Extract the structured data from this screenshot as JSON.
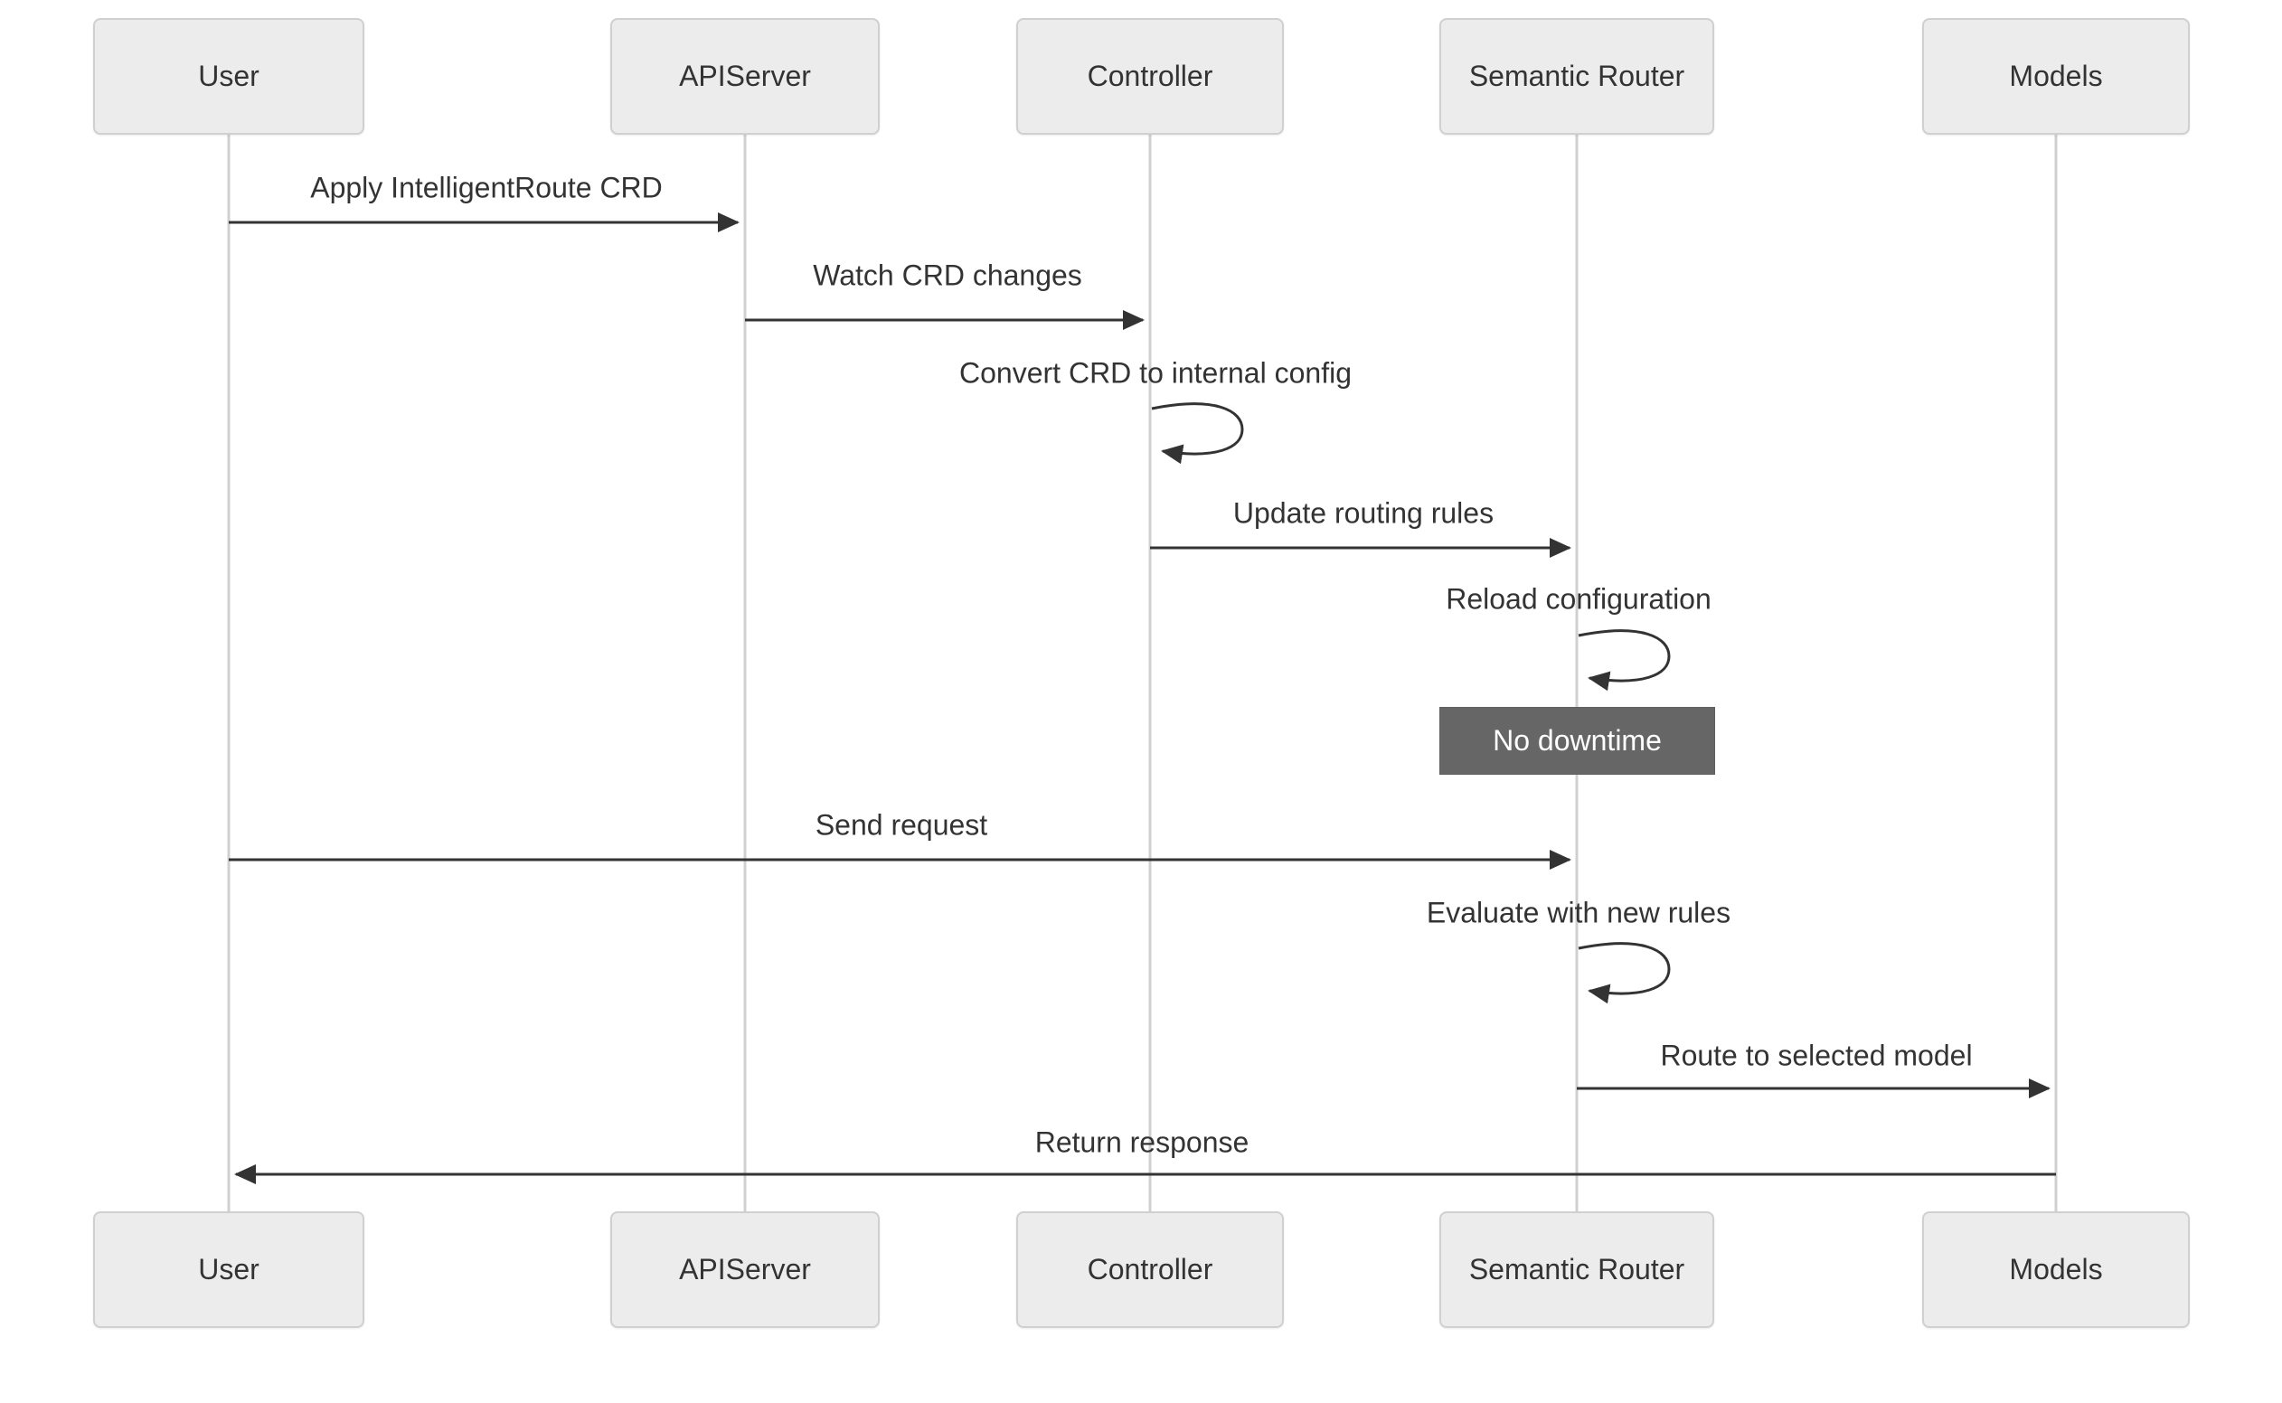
{
  "diagram": {
    "type": "sequence-diagram",
    "background": "#ffffff",
    "participants": [
      {
        "id": "user",
        "label": "User"
      },
      {
        "id": "apiserver",
        "label": "APIServer"
      },
      {
        "id": "controller",
        "label": "Controller"
      },
      {
        "id": "semantic-router",
        "label": "Semantic Router"
      },
      {
        "id": "models",
        "label": "Models"
      }
    ],
    "messages": [
      {
        "from": "User",
        "to": "APIServer",
        "label": "Apply IntelligentRoute CRD",
        "kind": "arrow"
      },
      {
        "from": "APIServer",
        "to": "Controller",
        "label": "Watch CRD changes",
        "kind": "arrow"
      },
      {
        "from": "Controller",
        "to": "Controller",
        "label": "Convert CRD to internal config",
        "kind": "self-loop"
      },
      {
        "from": "Controller",
        "to": "Semantic Router",
        "label": "Update routing rules",
        "kind": "arrow"
      },
      {
        "from": "Semantic Router",
        "to": "Semantic Router",
        "label": "Reload configuration",
        "kind": "self-loop"
      },
      {
        "over": "Semantic Router",
        "label": "No downtime",
        "kind": "note"
      },
      {
        "from": "User",
        "to": "Semantic Router",
        "label": "Send request",
        "kind": "arrow"
      },
      {
        "from": "Semantic Router",
        "to": "Semantic Router",
        "label": "Evaluate with new rules",
        "kind": "self-loop"
      },
      {
        "from": "Semantic Router",
        "to": "Models",
        "label": "Route to selected model",
        "kind": "arrow"
      },
      {
        "from": "Models",
        "to": "User",
        "label": "Return response",
        "kind": "arrow"
      }
    ],
    "colors": {
      "actor_fill": "#ececec",
      "actor_border": "#d0d0d0",
      "actor_text": "#333333",
      "message_line": "#333333",
      "message_text": "#333333",
      "lifeline": "#d0d0d0",
      "note_fill": "#666666",
      "note_text": "#ffffff",
      "background": "#ffffff"
    }
  }
}
